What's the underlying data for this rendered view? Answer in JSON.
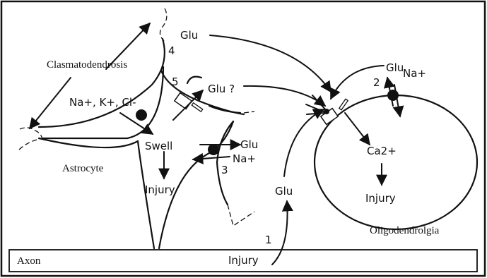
{
  "labels": {
    "clasmatodendrosis": "Clasmatodendrosis",
    "glu_top": "Glu",
    "num_4": "4",
    "num_5": "5",
    "glu_question": "Glu ?",
    "ions": "Na+, K+, Cl-",
    "swell": "Swell",
    "astrocyte": "Astrocyte",
    "injury_astro": "Injury",
    "glu_mid": "Glu",
    "na_mid": "Na+",
    "num_3": "3",
    "glu_low": "Glu",
    "num_1": "1",
    "injury_axon": "Injury",
    "axon": "Axon",
    "glu_oligo": "Glu",
    "na_oligo": "Na+",
    "num_2": "2",
    "ca": "Ca2+",
    "injury_oligo": "Injury",
    "oligodendroglia": "Oligodendrolgia"
  }
}
